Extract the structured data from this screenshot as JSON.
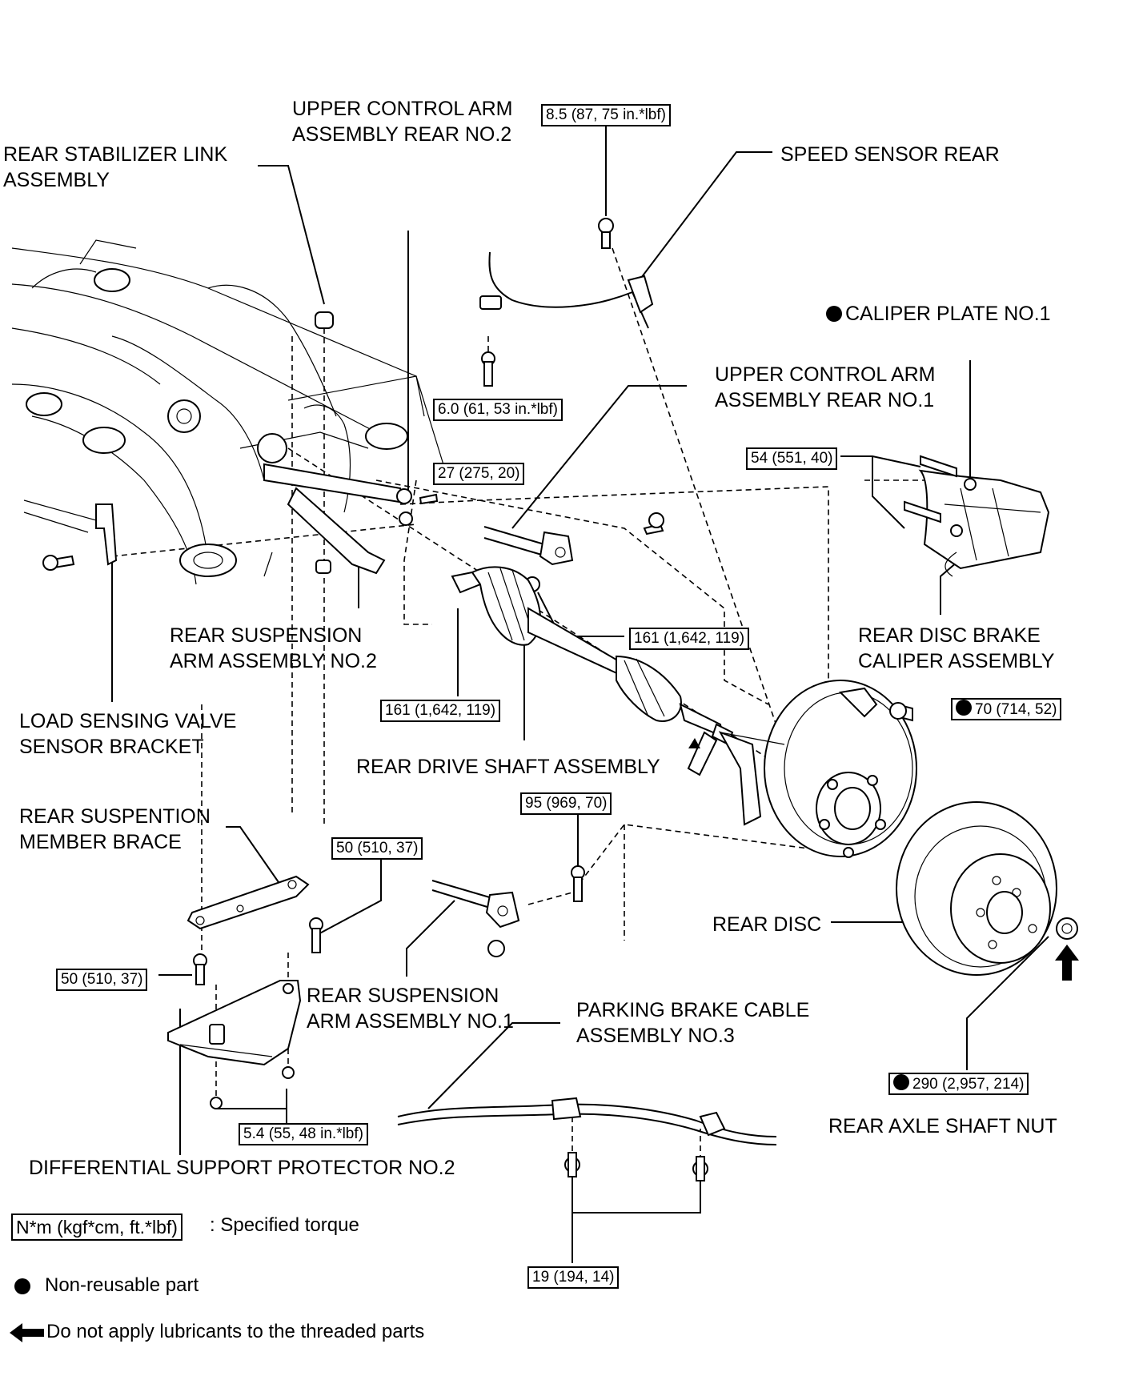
{
  "labels": {
    "upper_arm_no2": "UPPER CONTROL ARM\nASSEMBLY REAR NO.2",
    "stabilizer_link": "REAR STABILIZER LINK\nASSEMBLY",
    "speed_sensor": "SPEED SENSOR REAR",
    "caliper_plate": "CALIPER PLATE NO.1",
    "upper_arm_no1": "UPPER CONTROL ARM\nASSEMBLY REAR NO.1",
    "caliper_assembly": "REAR DISC BRAKE\nCALIPER ASSEMBLY",
    "susp_arm_no2": "REAR SUSPENSION\nARM ASSEMBLY NO.2",
    "load_sensing": "LOAD SENSING VALVE\nSENSOR BRACKET",
    "drive_shaft": "REAR DRIVE SHAFT ASSEMBLY",
    "member_brace": "REAR SUSPENTION\nMEMBER BRACE",
    "rear_disc": "REAR DISC",
    "susp_arm_no1": "REAR SUSPENSION\nARM ASSEMBLY NO.1",
    "parking_cable": "PARKING BRAKE CABLE\nASSEMBLY NO.3",
    "axle_nut": "REAR AXLE SHAFT NUT",
    "diff_protector": "DIFFERENTIAL SUPPORT PROTECTOR NO.2"
  },
  "torques": {
    "t_speed_sensor": "8.5 (87, 75 in.*lbf)",
    "t_sensor_clamp": "6.0 (61, 53 in.*lbf)",
    "t_upper_arm": "27 (275, 20)",
    "t_caliper": "54 (551, 40)",
    "t_arm_no1_bolt": "161 (1,642, 119)",
    "t_arm_no2_bolt": "161 (1,642, 119)",
    "t_hub_nut": "70 (714, 52)",
    "t_arm_no1_lower": "95 (969, 70)",
    "t_brace_right": "50 (510, 37)",
    "t_brace_left": "50 (510, 37)",
    "t_axle_nut": "290 (2,957, 214)",
    "t_protector": "5.4 (55, 48 in.*lbf)",
    "t_cable": "19 (194, 14)"
  },
  "legend": {
    "torque_unit": "N*m (kgf*cm, ft.*lbf)",
    "torque_text": ": Specified torque",
    "nonreusable_text": "Non-reusable part",
    "no_lube_text": "Do not apply lubricants to the threaded parts"
  }
}
